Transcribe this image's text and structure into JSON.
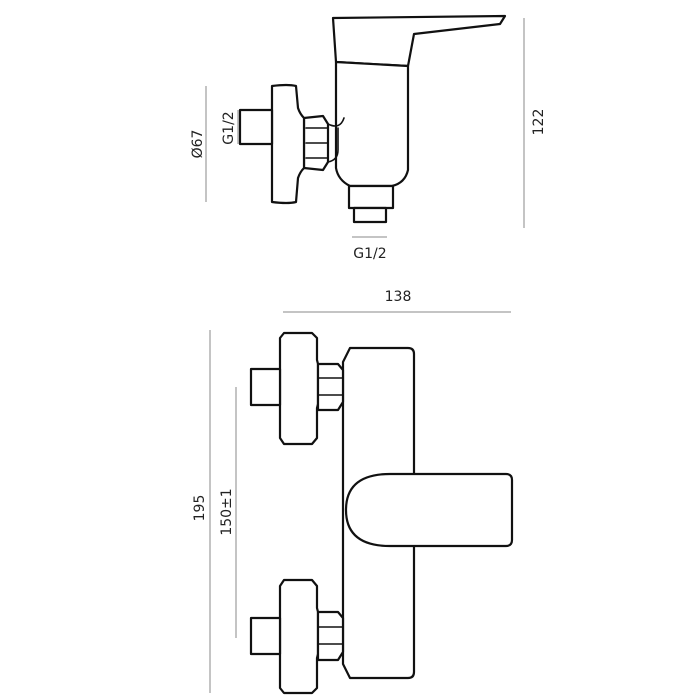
{
  "dimensions": {
    "height_side_view": "122",
    "diameter": "Ø67",
    "thread_inlet": "G1/2",
    "thread_outlet": "G1/2",
    "width_front": "138",
    "height_front": "195",
    "center_distance": "150±1"
  },
  "colors": {
    "line": "#111111",
    "dimension_line": "#8a8a8a",
    "background": "#ffffff"
  }
}
